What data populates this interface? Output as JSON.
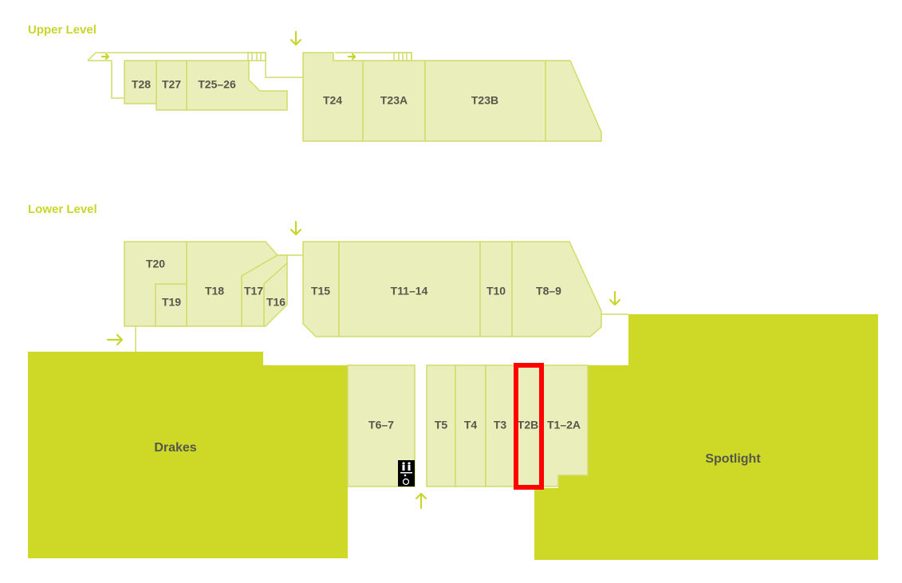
{
  "levels": {
    "upper": {
      "label": "Upper Level"
    },
    "lower": {
      "label": "Lower Level"
    }
  },
  "upper_units": {
    "t28": "T28",
    "t27": "T27",
    "t25_26": "T25–26",
    "t24": "T24",
    "t23a": "T23A",
    "t23b": "T23B"
  },
  "lower_units": {
    "t20": "T20",
    "t19": "T19",
    "t18": "T18",
    "t17": "T17",
    "t16": "T16",
    "t15": "T15",
    "t11_14": "T11–14",
    "t10": "T10",
    "t8_9": "T8–9",
    "t6_7": "T6–7",
    "t5": "T5",
    "t4": "T4",
    "t3": "T3",
    "t2b": "T2B",
    "t1_2a": "T1–2A"
  },
  "anchors": {
    "drakes": "Drakes",
    "spotlight": "Spotlight"
  },
  "icons": {
    "restroom": "restroom-accessible-icon",
    "arrow": "entrance-arrow-icon"
  },
  "highlight": {
    "unit": "T2B",
    "color": "#ff0000"
  },
  "colors": {
    "unit_fill": "#eaeeba",
    "unit_stroke": "#d2dc6a",
    "anchor_fill": "#cdd827",
    "level_label": "#c8d62b"
  }
}
